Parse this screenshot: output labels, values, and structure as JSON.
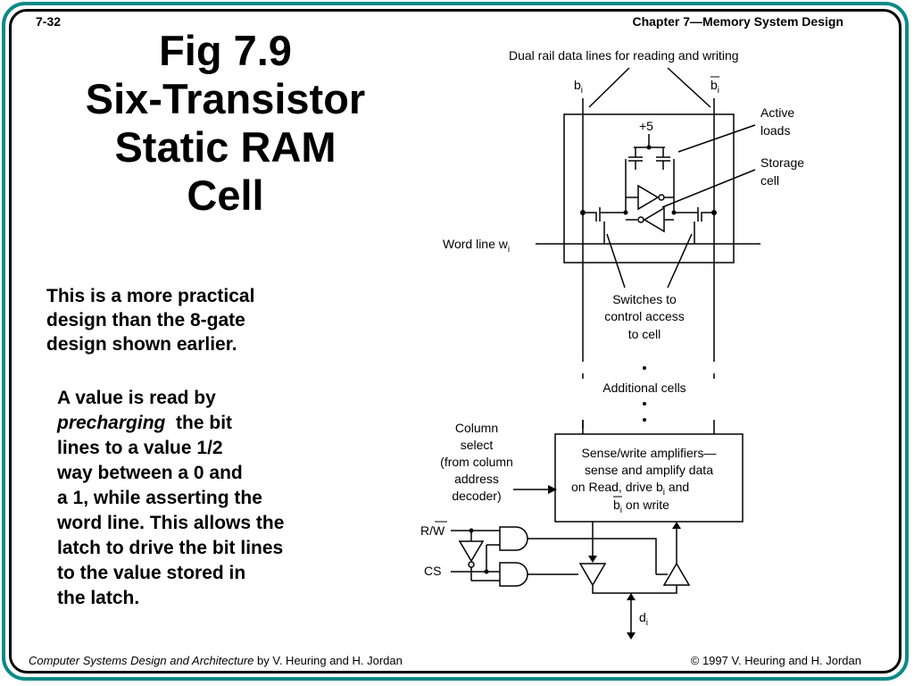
{
  "header": {
    "slide_number": "7-32",
    "chapter": "Chapter 7—Memory System Design"
  },
  "title_lines": [
    "Fig 7.9",
    "Six-Transistor",
    "Static RAM",
    "Cell"
  ],
  "paragraph1_lines": [
    "This is a more practical",
    "design than the 8-gate",
    "design shown earlier."
  ],
  "paragraph2": {
    "line1": "A value is read by",
    "line2_italic": "precharging",
    "line2_rest": "  the bit",
    "lines_rest": [
      "lines to a value 1/2",
      "way between a 0 and",
      "a 1, while asserting the",
      "word line. This allows the",
      "latch to drive the bit lines",
      "to the value stored in",
      "the latch."
    ]
  },
  "diagram": {
    "dual_rail_label": "Dual rail data lines for reading and writing",
    "bitline_left": "b",
    "bitline_right": "b",
    "bit_subscript": "i",
    "supply": "+5",
    "active_loads": [
      "Active",
      "loads"
    ],
    "storage_cell": [
      "Storage",
      "cell"
    ],
    "word_line": "Word line w",
    "switches_label": [
      "Switches to",
      "control access",
      "to cell"
    ],
    "additional_cells": "Additional cells",
    "column_select": [
      "Column",
      "select",
      "(from column",
      "address",
      "decoder)"
    ],
    "sense_amp": {
      "line1": "Sense/write amplifiers—",
      "line2": "sense and amplify data",
      "line3a": "on Read, drive b",
      "line3b": " and",
      "line4a": "b",
      "line4b": " on write"
    },
    "rw_label_r": "R/",
    "rw_label_w": "W",
    "cs_label": "CS",
    "data_label": "d"
  },
  "footer": {
    "book_title": "Computer Systems Design and Architecture",
    "authors": " by V. Heuring and H. Jordan",
    "copyright": "© 1997 V. Heuring and H. Jordan"
  }
}
